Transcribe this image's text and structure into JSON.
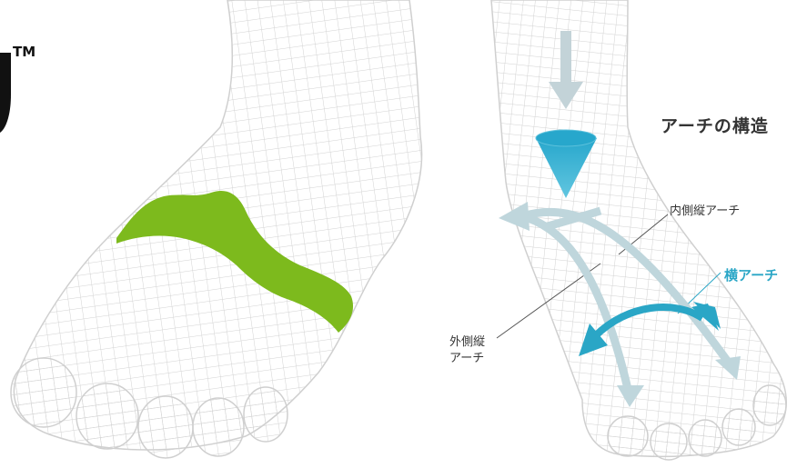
{
  "logo": {
    "trademark": "TM"
  },
  "diagram": {
    "title": "アーチの構造",
    "medial_arch_label": "内側縦アーチ",
    "transverse_arch_label": "横アーチ",
    "lateral_arch_label_line1": "外側縦",
    "lateral_arch_label_line2": "アーチ"
  },
  "colors": {
    "wireframe": "#d2d2d2",
    "insole_band": "#7dba1d",
    "transverse_arrow": "#2aa6c6",
    "longitudinal_arrows": "#bfd6dc",
    "load_arrow": "#c3d3d8",
    "cone_top": "#27a7cc",
    "cone_bottom": "#5bc3de",
    "text": "#333333"
  }
}
